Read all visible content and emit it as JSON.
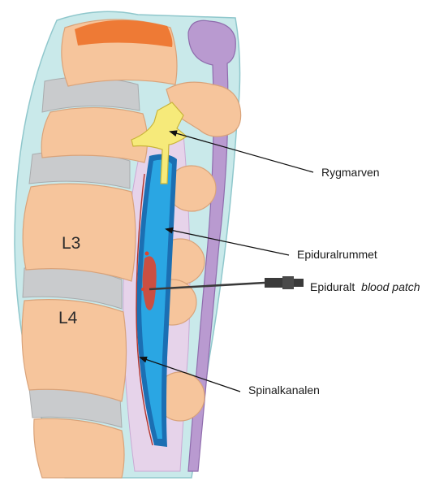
{
  "labels": {
    "vertebra_l3": "L3",
    "vertebra_l4": "L4",
    "spinal_cord": "Rygmarven",
    "epidural_space": "Epiduralrummet",
    "blood_patch_prefix": "Epiduralt",
    "blood_patch_emphasis": "blood patch",
    "spinal_canal": "Spinalkanalen"
  },
  "colors": {
    "tissue_outer": "#c9e9ea",
    "tissue_outline": "#8fc7cc",
    "bone": "#f6c59c",
    "bone_outline": "#d9a37a",
    "bone_top": "#ee7a35",
    "disc": "#c9cbcd",
    "ligament": "#b99ad0",
    "ligament_outline": "#8f6cad",
    "epidural_space": "#e6d3ea",
    "dura": "#1b6fb3",
    "csf": "#2aa6e3",
    "spinal_cord": "#f6ea7a",
    "blood_patch": "#e0432b",
    "needle": "#3a3a3a",
    "leader": "#111111",
    "text": "#1a1a1a"
  },
  "icons": {
    "needle": "syringe-needle-icon",
    "arrow": "arrowhead"
  }
}
